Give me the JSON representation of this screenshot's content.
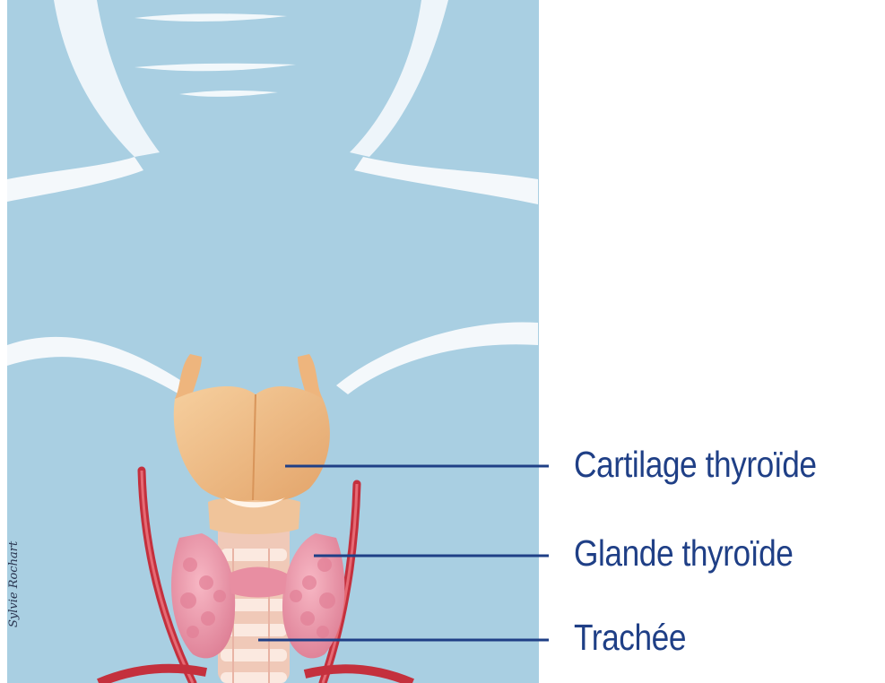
{
  "labels": {
    "cartilage": "Cartilage thyroïde",
    "glande": "Glande thyroïde",
    "trachee": "Trachée"
  },
  "signature": "Sylvie Rochart",
  "colors": {
    "background": "#a9cfe2",
    "skin_highlight": "#f4f8fb",
    "cartilage": "#f0bf88",
    "gland": "#ec97a8",
    "trachea_ring": "#f7ddd0",
    "vessel": "#c4303d",
    "leader_line": "#1f3f86",
    "label_text": "#1f3f86"
  },
  "icons": {
    "thyroid_cartilage": "thyroid-cartilage-illustration",
    "thyroid_gland": "thyroid-gland-illustration",
    "trachea": "trachea-illustration",
    "carotid": "blood-vessel-illustration"
  }
}
